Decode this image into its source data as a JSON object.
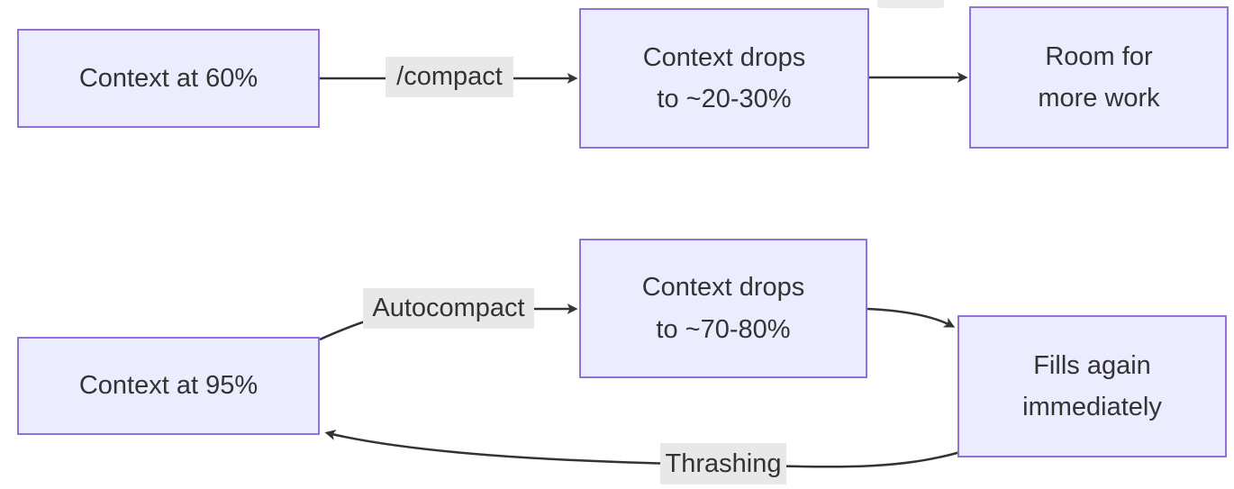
{
  "diagram": {
    "nodes": {
      "context60": {
        "line1": "Context at 60%"
      },
      "drops2030": {
        "line1": "Context drops",
        "line2": "to ~20-30%"
      },
      "room": {
        "line1": "Room for",
        "line2": "more work"
      },
      "context95": {
        "line1": "Context at 95%"
      },
      "drops7080": {
        "line1": "Context drops",
        "line2": "to ~70-80%"
      },
      "fills": {
        "line1": "Fills again",
        "line2": "immediately"
      }
    },
    "edge_labels": {
      "compact": "/compact",
      "autocompact": "Autocompact",
      "thrashing": "Thrashing"
    }
  },
  "colors": {
    "node_fill": "#ECECFF",
    "node_border": "#9370DB",
    "edge": "#333333",
    "label_bg": "#e8e8e8",
    "text": "#333333",
    "background": "#ffffff"
  }
}
